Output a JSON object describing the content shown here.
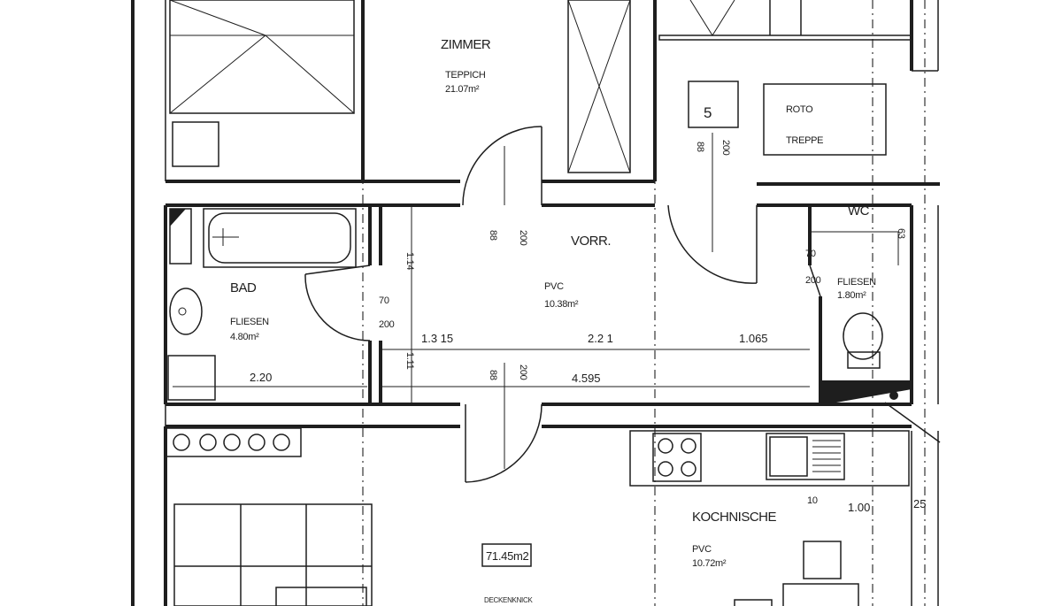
{
  "rooms": {
    "zimmer": {
      "name": "ZIMMER",
      "floor": "TEPPICH",
      "area": "21.07m²"
    },
    "bad": {
      "name": "BAD",
      "floor": "FLIESEN",
      "area": "4.80m²"
    },
    "vorraum": {
      "name": "VORR.",
      "floor": "PVC",
      "area": "10.38m²"
    },
    "wc": {
      "name": "WC",
      "floor": "FLIESEN",
      "area": "1.80m²"
    },
    "kochnische": {
      "name": "KOCHNISCHE",
      "floor": "PVC",
      "area": "10.72m²"
    },
    "wohnen": {
      "area": "71.45m2",
      "note": "DECKENKNICK"
    }
  },
  "stair": {
    "number": "5",
    "brand": "ROTO",
    "label": "TREPPE"
  },
  "dimensions": {
    "bad_width": "2.20",
    "vorr_seg1": "1.3 15",
    "vorr_seg2": "2.2 1",
    "vorr_seg3": "1.065",
    "vorr_total": "4.595",
    "bad_door_w": "70",
    "bad_door_h": "200",
    "wc_door_w": "70",
    "wc_door_h": "200",
    "wall_v1": "1.14",
    "wall_v2": "1.11",
    "door_top_w": "88",
    "door_top_h": "200",
    "door_bottom_w": "88",
    "door_bottom_h": "200",
    "stair_door_w": "88",
    "stair_door_h": "200",
    "wc_small": "63",
    "kitchen_10": "10",
    "kitchen_100": "1.00",
    "kitchen_25": "25"
  }
}
